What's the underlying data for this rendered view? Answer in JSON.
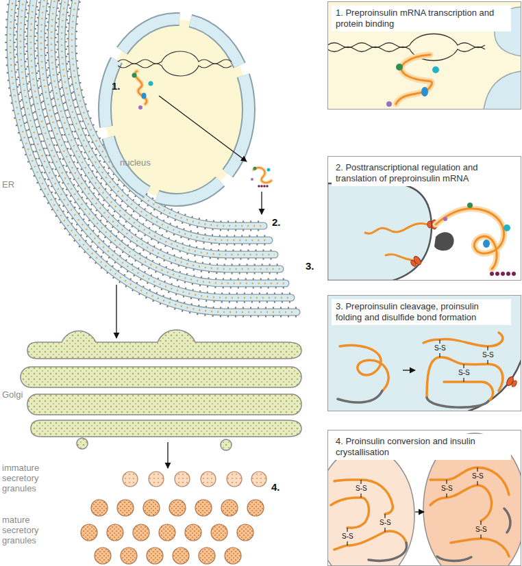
{
  "diagram": {
    "nodes": [
      {
        "text": [
          "nucleus"
        ]
      },
      {
        "text": [
          "1. Preproinsulin mRNA transcription and protein binding"
        ]
      },
      {
        "text": [
          "2. Posttranscriptional regulation and translation of preproinsulin mRNA"
        ]
      },
      {
        "text": [
          "3. Preproinsulin cleavage, proinsulin folding and disulfide bond formation"
        ]
      },
      {
        "text": [
          "4. Proinsulin conversion and insulin crystallisation"
        ]
      }
    ],
    "labels": [
      "ER",
      "1.",
      "2.",
      "3.",
      "Golgi",
      "immature secretory granules",
      "mature secretory granules",
      "4.",
      "S-S",
      "S-S",
      "S-S",
      "S-S",
      "S-S",
      "S-S",
      "S-S",
      "S-S",
      "S-S"
    ]
  }
}
